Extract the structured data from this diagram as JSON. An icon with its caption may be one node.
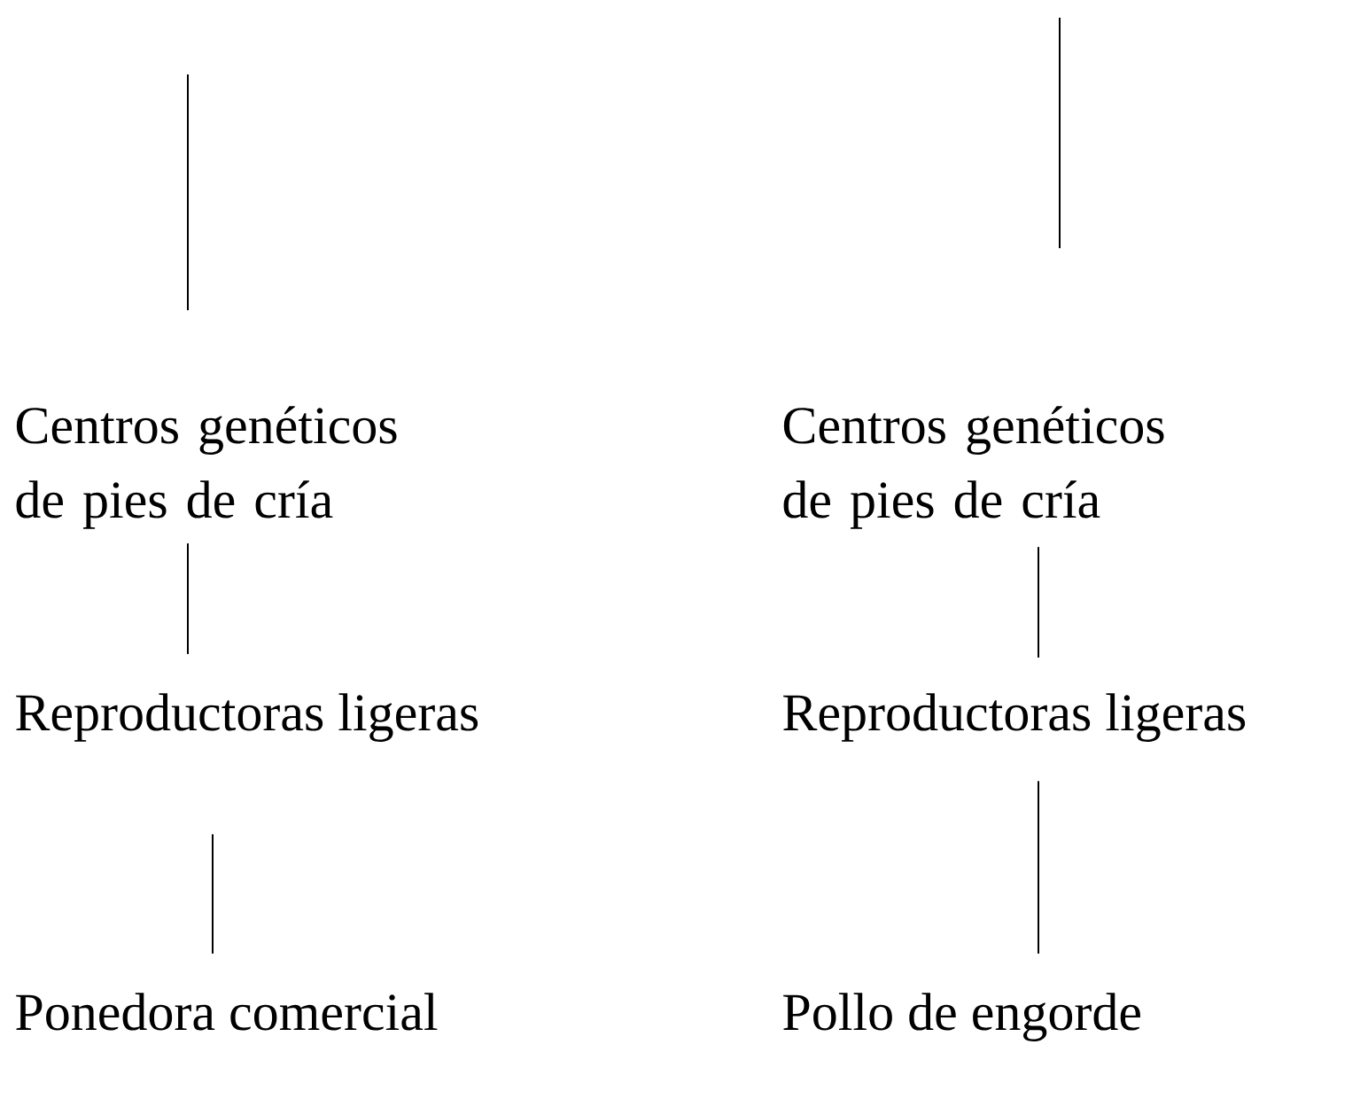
{
  "diagram": {
    "nodes": [
      {
        "text": [
          "Centros genéticos de pies de cría"
        ]
      },
      {
        "text": [
          "Centros genéticos de pies de cría"
        ]
      },
      {
        "text": [
          "Reproductoras ligeras"
        ]
      },
      {
        "text": [
          "Reproductoras ligeras"
        ]
      },
      {
        "text": [
          "Ponedora comercial"
        ]
      },
      {
        "text": [
          "Pollo de engorde"
        ]
      }
    ],
    "edges": [
      {
        "from": 0,
        "to": 2,
        "arrow": "none"
      },
      {
        "from": 1,
        "to": 3,
        "arrow": "none"
      },
      {
        "from": 2,
        "to": 4,
        "arrow": "none"
      },
      {
        "from": 3,
        "to": 5,
        "arrow": "none"
      }
    ]
  }
}
